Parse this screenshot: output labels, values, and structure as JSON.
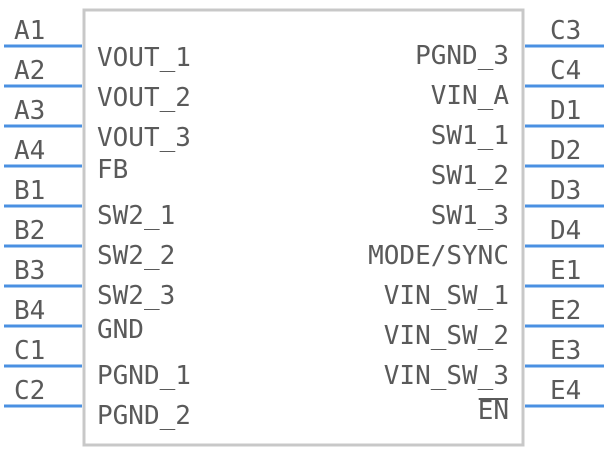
{
  "left_pins": [
    {
      "number": "A1",
      "name": "VOUT_1"
    },
    {
      "number": "A2",
      "name": "VOUT_2"
    },
    {
      "number": "A3",
      "name": "VOUT_3"
    },
    {
      "number": "A4",
      "name": "FB"
    },
    {
      "number": "B1",
      "name": "SW2_1"
    },
    {
      "number": "B2",
      "name": "SW2_2"
    },
    {
      "number": "B3",
      "name": "SW2_3"
    },
    {
      "number": "B4",
      "name": "GND"
    },
    {
      "number": "C1",
      "name": "PGND_1"
    },
    {
      "number": "C2",
      "name": "PGND_2"
    }
  ],
  "right_pins": [
    {
      "number": "C3",
      "name": "PGND_3"
    },
    {
      "number": "C4",
      "name": "VIN_A"
    },
    {
      "number": "D1",
      "name": "SW1_1"
    },
    {
      "number": "D2",
      "name": "SW1_2"
    },
    {
      "number": "D3",
      "name": "SW1_3"
    },
    {
      "number": "D4",
      "name": "MODE/SYNC"
    },
    {
      "number": "E1",
      "name": "VIN_SW_1"
    },
    {
      "number": "E2",
      "name": "VIN_SW_2"
    },
    {
      "number": "E3",
      "name": "VIN_SW_3"
    },
    {
      "number": "E4",
      "name": "EN",
      "overbar": true
    }
  ],
  "colors": {
    "pin": "#4a90e2",
    "outline": "#c8c8c8",
    "text": "#5a5a5a"
  }
}
